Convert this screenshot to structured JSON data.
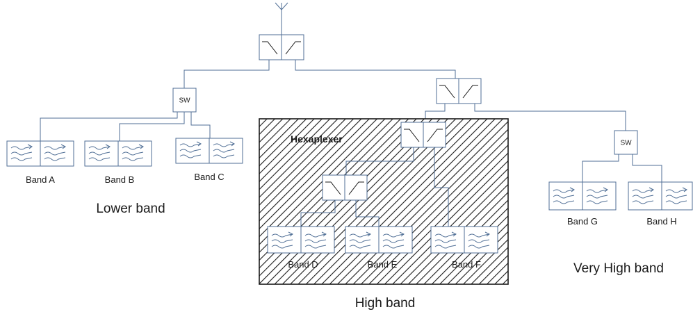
{
  "hexaplexer": {
    "label": "Hexaplexer"
  },
  "switches": {
    "left": "SW",
    "right": "SW"
  },
  "bands": {
    "a": "Band A",
    "b": "Band B",
    "c": "Band C",
    "d": "Band D",
    "e": "Band E",
    "f": "Band F",
    "g": "Band G",
    "h": "Band H"
  },
  "groups": {
    "lower": "Lower band",
    "high": "High band",
    "very_high": "Very High band"
  },
  "colors": {
    "line": "#4f6e95",
    "hatch": "#1a1a1a",
    "text": "#1a1a1a"
  },
  "icons": {
    "antenna": "antenna-icon",
    "diplexer": "diplexer-icon",
    "filter": "bandpass-filter-icon"
  }
}
